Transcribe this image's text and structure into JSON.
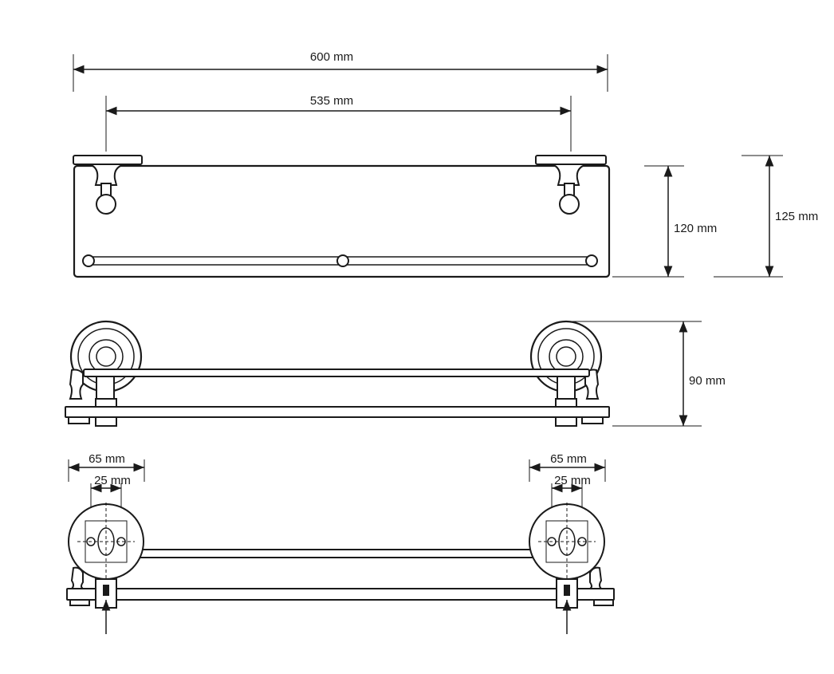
{
  "dimensions": {
    "overall_width": "600 mm",
    "bracket_spacing": "535 mm",
    "glass_height": "120 mm",
    "total_height": "125 mm",
    "depth": "90 mm",
    "left_rosette_diameter": "65 mm",
    "left_hole_spacing": "25 mm",
    "right_rosette_diameter": "65 mm",
    "right_hole_spacing": "25 mm"
  }
}
